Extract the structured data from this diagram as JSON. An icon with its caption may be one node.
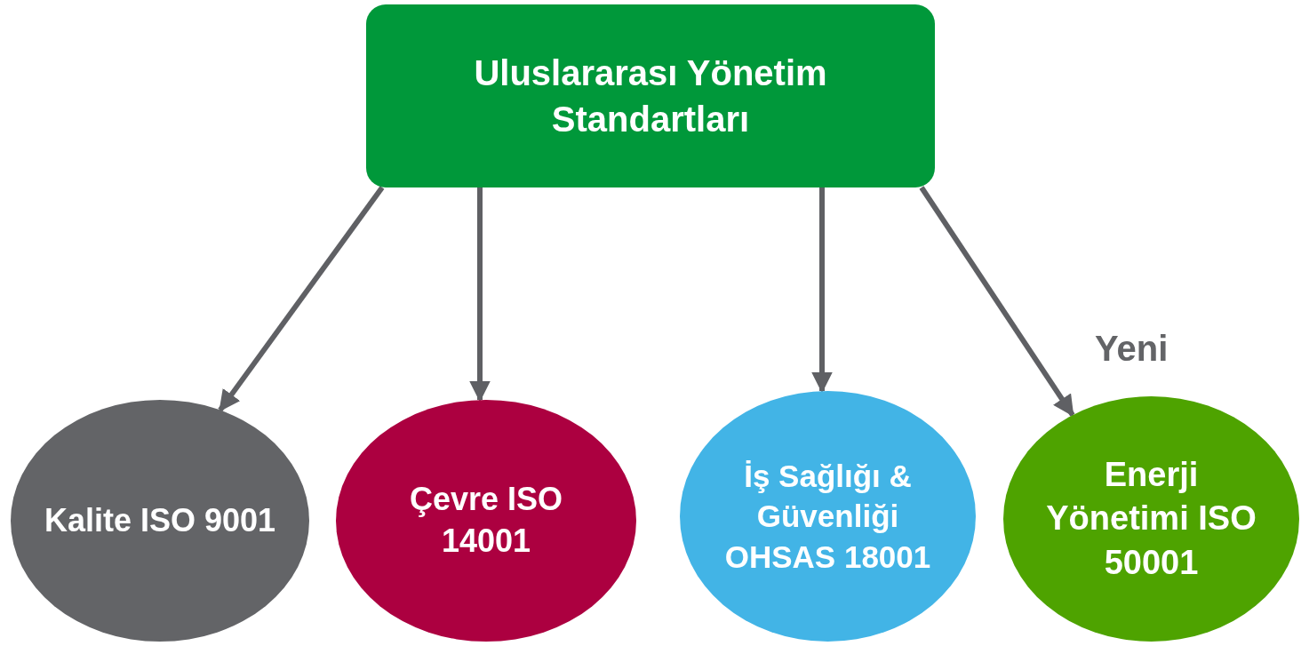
{
  "diagram": {
    "nodes": [
      {
        "text": [
          "Uluslararası Yönetim Standartları"
        ]
      },
      {
        "text": [
          "Kalite ISO 9001"
        ]
      },
      {
        "text": [
          "Çevre ISO 14001"
        ]
      },
      {
        "text": [
          "İş Sağlığı & Güvenliği OHSAS 18001"
        ]
      },
      {
        "text": [
          "Enerji Yönetimi ISO 50001"
        ],
        "beside": [
          "Yeni"
        ]
      }
    ],
    "edges": [
      {
        "from": 0,
        "to": 1,
        "arrow": "to"
      },
      {
        "from": 0,
        "to": 2,
        "arrow": "to"
      },
      {
        "from": 0,
        "to": 3,
        "arrow": "to"
      },
      {
        "from": 0,
        "to": 4,
        "arrow": "to"
      }
    ]
  }
}
